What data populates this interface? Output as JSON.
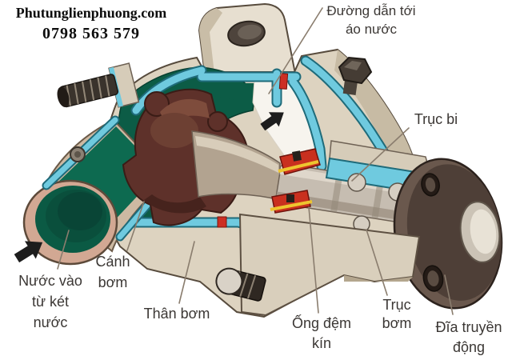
{
  "watermark": {
    "site": "Phutunglienphuong.com",
    "phone": "0798 563 579"
  },
  "labels": {
    "water_jacket_duct": "Đường dẫn tới\náo nước",
    "ball_bearing": "Trục bi",
    "water_inlet": "Nước vào\ntừ két\nnước",
    "impeller": "Cánh\nbơm",
    "pump_body": "Thân bơm",
    "seal": "Ống đệm\nkín",
    "pump_shaft": "Trục\nbơm",
    "drive_disc": "Đĩa truyền\nđộng"
  },
  "colors": {
    "water_green": "#0c5c46",
    "cut_surface_cyan": "#6fcadf",
    "housing_beige": "#ddd3c0",
    "impeller_brown": "#5e312a",
    "seal_red": "#c9301f",
    "seal_yellow": "#eec52f",
    "label_text": "#3b3734",
    "leader_line": "#8a7d6e"
  }
}
